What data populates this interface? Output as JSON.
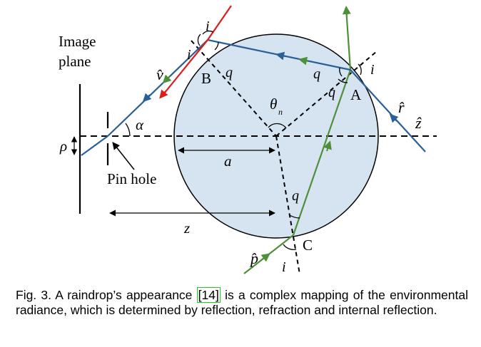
{
  "figure": {
    "labels": {
      "image_plane_line1": "Image",
      "image_plane_line2": "plane",
      "pin_hole": "Pin hole",
      "rho": "ρ",
      "alpha": "α",
      "v_hat": "v̂",
      "r_hat": "r̂",
      "z_hat": "ẑ",
      "p_hat": "p̂",
      "point_A": "A",
      "point_B": "B",
      "point_C": "C",
      "i_B_top": "i",
      "i_B_left": "i",
      "q_B": "q",
      "q_A_left": "q",
      "q_A_lower": "q",
      "i_A": "i",
      "theta": "θ",
      "theta_sub": "n",
      "a_label": "a",
      "z_label": "z",
      "q_C": "q",
      "i_C": "i"
    },
    "colors": {
      "drop_fill": "#d6e4f2",
      "ray_blue": "#2b5f98",
      "ray_green": "#4e8f3a",
      "ray_red": "#d91e1e",
      "line_black": "#000000"
    }
  },
  "caption": {
    "prefix": "Fig. 3. A raindrop’s appearance ",
    "ref": "[14]",
    "suffix": " is a complex mapping of the environmental radiance, which is determined by reflection, refraction and internal reflection."
  }
}
